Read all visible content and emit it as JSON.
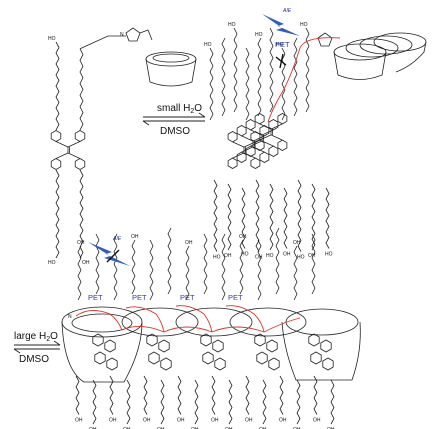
{
  "labels": {
    "arrow1_top": "small H",
    "arrow1_sub": "2",
    "arrow1_tail": "O",
    "arrow1_bottom": "DMSO",
    "arrow2_top": "large H",
    "arrow2_sub": "2",
    "arrow2_tail": "O",
    "arrow2_bottom": "DMSO",
    "pet": "PET",
    "aie": "AIE",
    "oh": "OH",
    "ho": "HO",
    "n": "N"
  },
  "colors": {
    "line": "#222222",
    "red_path": "#d9332b",
    "pet_text": "#2a3fa8",
    "aie_bolt": "#2f5fb8"
  }
}
